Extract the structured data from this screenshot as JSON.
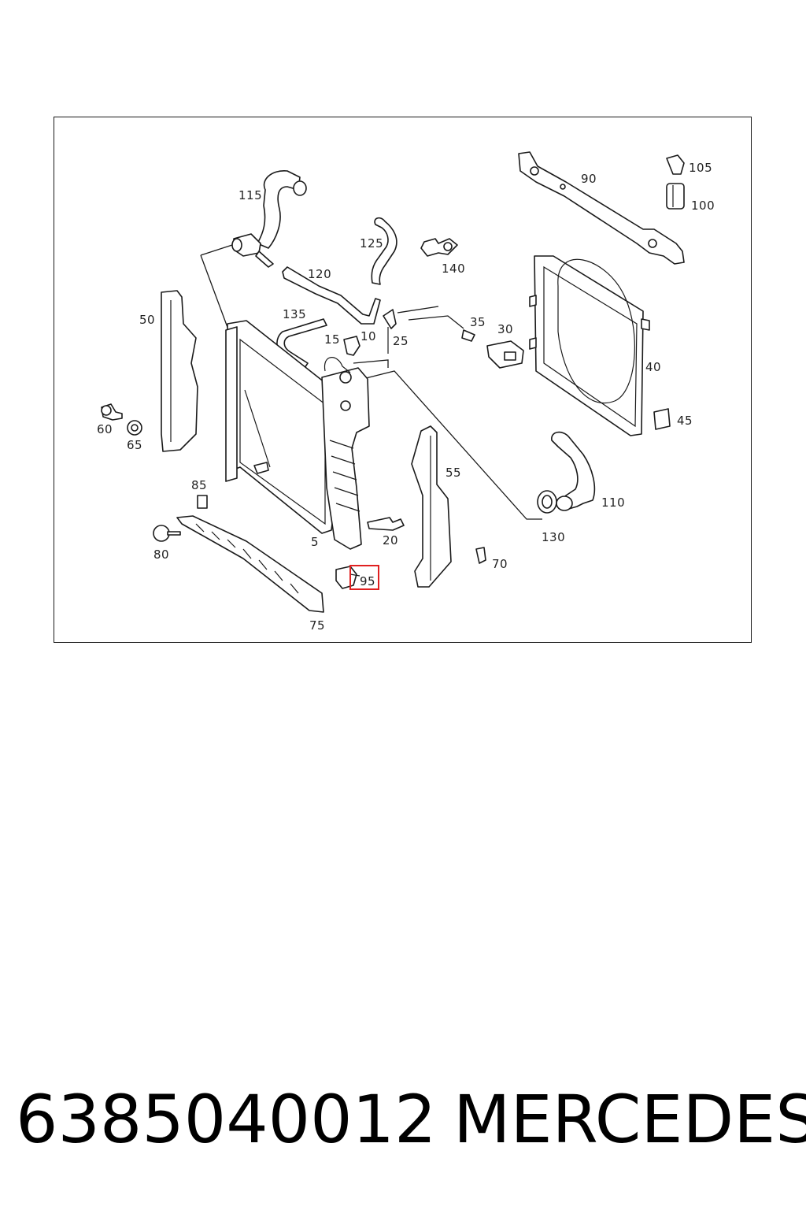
{
  "diagram": {
    "part_labels": [
      {
        "id": "115",
        "text": "115"
      },
      {
        "id": "125",
        "text": "125"
      },
      {
        "id": "140",
        "text": "140"
      },
      {
        "id": "90",
        "text": "90"
      },
      {
        "id": "105",
        "text": "105"
      },
      {
        "id": "100",
        "text": "100"
      },
      {
        "id": "120",
        "text": "120"
      },
      {
        "id": "50",
        "text": "50"
      },
      {
        "id": "135",
        "text": "135"
      },
      {
        "id": "15",
        "text": "15"
      },
      {
        "id": "10",
        "text": "10"
      },
      {
        "id": "25",
        "text": "25"
      },
      {
        "id": "35",
        "text": "35"
      },
      {
        "id": "30",
        "text": "30"
      },
      {
        "id": "40",
        "text": "40"
      },
      {
        "id": "60",
        "text": "60"
      },
      {
        "id": "65",
        "text": "65"
      },
      {
        "id": "45",
        "text": "45"
      },
      {
        "id": "55",
        "text": "55"
      },
      {
        "id": "85",
        "text": "85"
      },
      {
        "id": "110",
        "text": "110"
      },
      {
        "id": "130",
        "text": "130"
      },
      {
        "id": "20",
        "text": "20"
      },
      {
        "id": "5",
        "text": "5"
      },
      {
        "id": "80",
        "text": "80"
      },
      {
        "id": "70",
        "text": "70"
      },
      {
        "id": "95",
        "text": "95"
      },
      {
        "id": "75",
        "text": "75"
      }
    ],
    "highlighted_part": "95",
    "highlight_color": "#e02020"
  },
  "caption": {
    "part_number": "6385040012",
    "brand": "MERCEDES"
  }
}
